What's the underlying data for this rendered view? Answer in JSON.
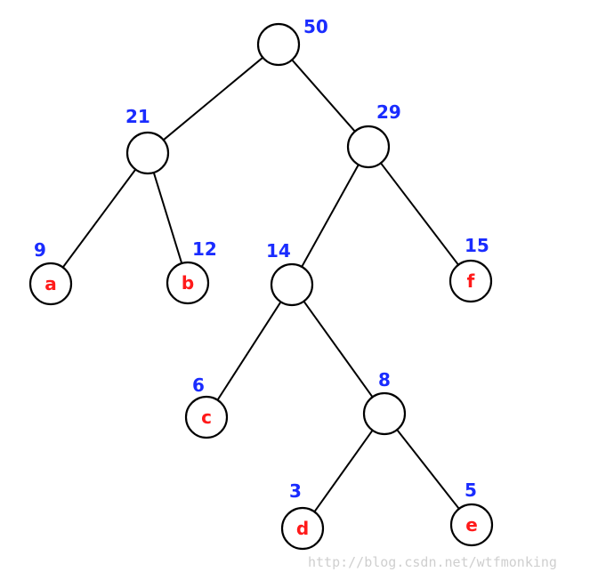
{
  "diagram": {
    "colors": {
      "weight": "#1a2cff",
      "leaf_letter": "#ff1a1a",
      "edge": "#000000",
      "watermark": "#cfcfcf"
    },
    "nodes": [
      {
        "id": "root",
        "weight": "50",
        "letter": ""
      },
      {
        "id": "n21",
        "weight": "21",
        "letter": ""
      },
      {
        "id": "n29",
        "weight": "29",
        "letter": ""
      },
      {
        "id": "leaf-a",
        "weight": "9",
        "letter": "a"
      },
      {
        "id": "leaf-b",
        "weight": "12",
        "letter": "b"
      },
      {
        "id": "n14",
        "weight": "14",
        "letter": ""
      },
      {
        "id": "leaf-f",
        "weight": "15",
        "letter": "f"
      },
      {
        "id": "leaf-c",
        "weight": "6",
        "letter": "c"
      },
      {
        "id": "n8",
        "weight": "8",
        "letter": ""
      },
      {
        "id": "leaf-d",
        "weight": "3",
        "letter": "d"
      },
      {
        "id": "leaf-e",
        "weight": "5",
        "letter": "e"
      }
    ],
    "edges": [
      [
        "root",
        "n21"
      ],
      [
        "root",
        "n29"
      ],
      [
        "n21",
        "leaf-a"
      ],
      [
        "n21",
        "leaf-b"
      ],
      [
        "n29",
        "n14"
      ],
      [
        "n29",
        "leaf-f"
      ],
      [
        "n14",
        "leaf-c"
      ],
      [
        "n14",
        "n8"
      ],
      [
        "n8",
        "leaf-d"
      ],
      [
        "n8",
        "leaf-e"
      ]
    ],
    "watermark": "http://blog.csdn.net/wtfmonking"
  }
}
